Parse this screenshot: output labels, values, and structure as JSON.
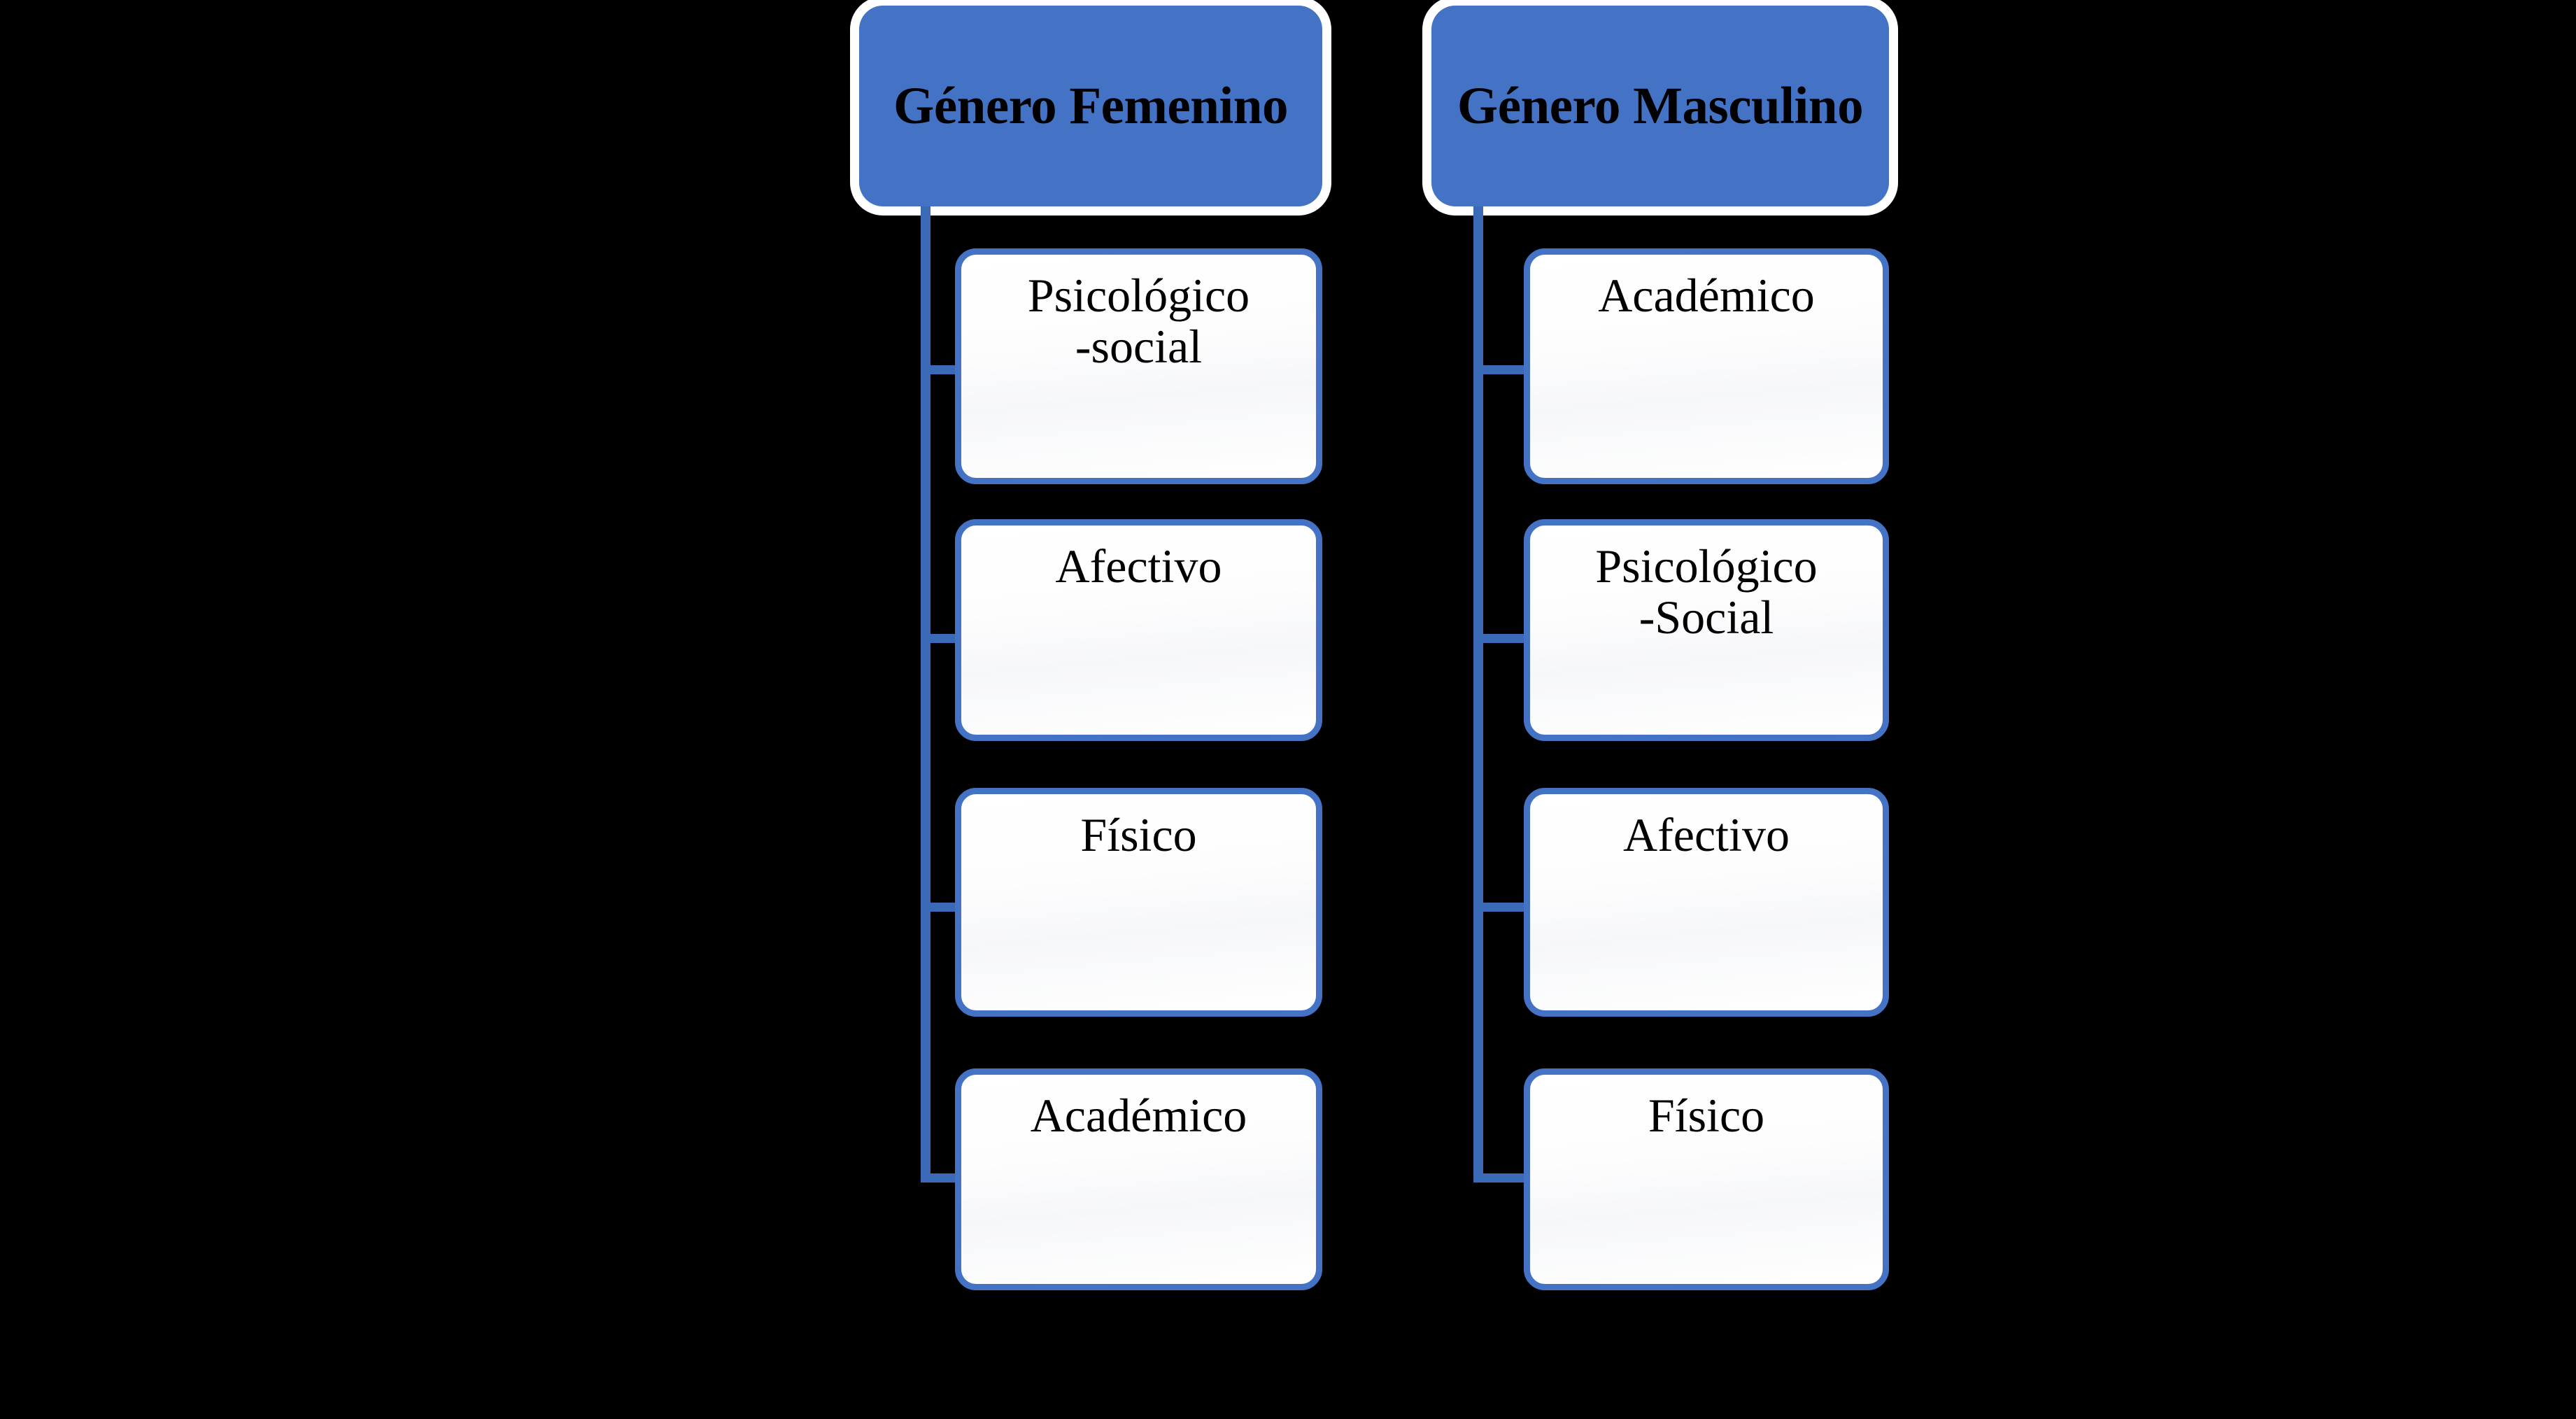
{
  "diagram": {
    "type": "tree",
    "background_color": "#000000",
    "node_fill_header": "#4473C5",
    "node_border_child": "#4473C5",
    "connector_color": "#3A6AB5",
    "header_text_color": "#000000",
    "child_text_color": "#000000",
    "columns": [
      {
        "id": "femenino",
        "header": "Género\nFemenino",
        "children": [
          {
            "label": "Psicológico\n-social"
          },
          {
            "label": "Afectivo"
          },
          {
            "label": "Físico"
          },
          {
            "label": "Académico"
          }
        ]
      },
      {
        "id": "masculino",
        "header": "Género\nMasculino",
        "children": [
          {
            "label": "Académico"
          },
          {
            "label": "Psicológico\n-Social"
          },
          {
            "label": "Afectivo"
          },
          {
            "label": "Físico"
          }
        ]
      }
    ]
  }
}
